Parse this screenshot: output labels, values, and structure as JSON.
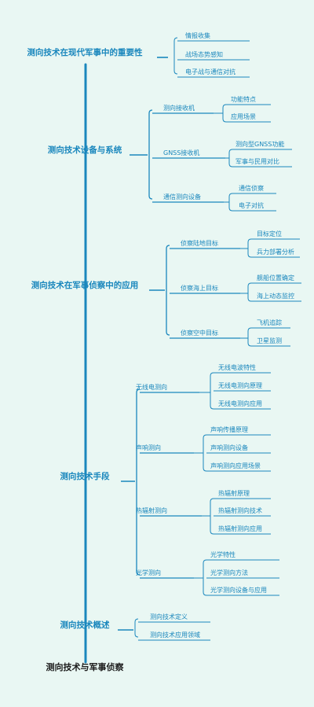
{
  "root": "测向技术与军事侦察",
  "colors": {
    "background": "#e9f7f3",
    "line": "#1a87bd",
    "text": "#1a87bd",
    "root_text": "#1b1b1b"
  },
  "branches": [
    {
      "label": "测向技术在现代军事中的重要性",
      "children": [
        {
          "label": "情报收集"
        },
        {
          "label": "战场态势感知"
        },
        {
          "label": "电子战与通信对抗"
        }
      ]
    },
    {
      "label": "测向技术设备与系统",
      "children": [
        {
          "label": "测向接收机",
          "children": [
            {
              "label": "功能特点"
            },
            {
              "label": "应用场景"
            }
          ]
        },
        {
          "label": "GNSS接收机",
          "children": [
            {
              "label": "测向型GNSS功能"
            },
            {
              "label": "军事与民用对比"
            }
          ]
        },
        {
          "label": "通信测向设备",
          "children": [
            {
              "label": "通信侦察"
            },
            {
              "label": "电子对抗"
            }
          ]
        }
      ]
    },
    {
      "label": "测向技术在军事侦察中的应用",
      "children": [
        {
          "label": "侦察陆地目标",
          "children": [
            {
              "label": "目标定位"
            },
            {
              "label": "兵力部署分析"
            }
          ]
        },
        {
          "label": "侦察海上目标",
          "children": [
            {
              "label": "舰船位置确定"
            },
            {
              "label": "海上动态监控"
            }
          ]
        },
        {
          "label": "侦察空中目标",
          "children": [
            {
              "label": "飞机追踪"
            },
            {
              "label": "卫星监测"
            }
          ]
        }
      ]
    },
    {
      "label": "测向技术手段",
      "children": [
        {
          "label": "无线电测向",
          "children": [
            {
              "label": "无线电波特性"
            },
            {
              "label": "无线电测向原理"
            },
            {
              "label": "无线电测向应用"
            }
          ]
        },
        {
          "label": "声响测向",
          "children": [
            {
              "label": "声响传播原理"
            },
            {
              "label": "声响测向设备"
            },
            {
              "label": "声响测向应用场景"
            }
          ]
        },
        {
          "label": "热辐射测向",
          "children": [
            {
              "label": "热辐射原理"
            },
            {
              "label": "热辐射测向技术"
            },
            {
              "label": "热辐射测向应用"
            }
          ]
        },
        {
          "label": "光学测向",
          "children": [
            {
              "label": "光学特性"
            },
            {
              "label": "光学测向方法"
            },
            {
              "label": "光学测向设备与应用"
            }
          ]
        }
      ]
    },
    {
      "label": "测向技术概述",
      "children": [
        {
          "label": "测向技术定义"
        },
        {
          "label": "测向技术应用领域"
        }
      ]
    }
  ]
}
